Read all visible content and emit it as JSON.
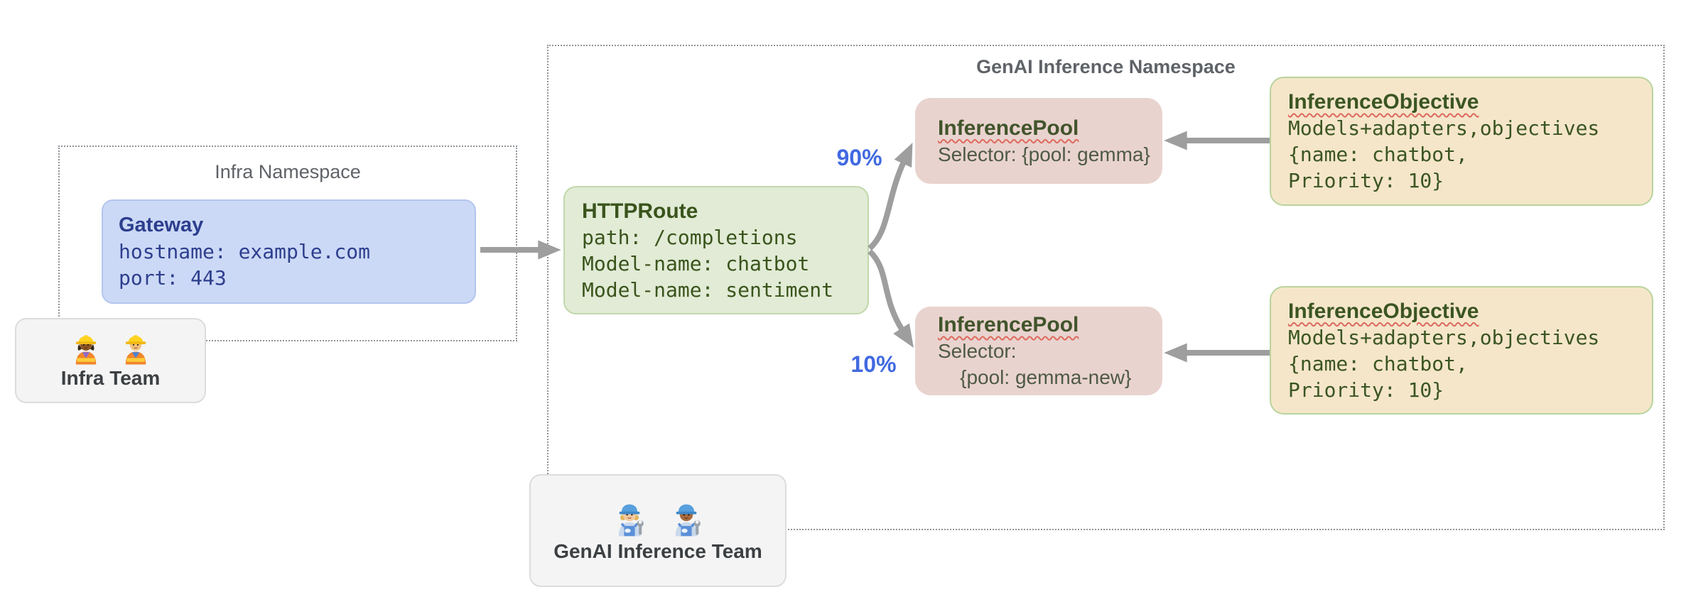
{
  "infra_namespace": {
    "title": "Infra Namespace"
  },
  "gateway": {
    "title": "Gateway",
    "lines": [
      "hostname: example.com",
      "port: 443"
    ]
  },
  "infra_team": {
    "label": "Infra Team",
    "icon": "construction-worker-emoji"
  },
  "genai_namespace": {
    "title": "GenAI Inference Namespace"
  },
  "httproute": {
    "title": "HTTPRoute",
    "lines": [
      "path: /completions",
      "Model-name: chatbot",
      "Model-name: sentiment"
    ]
  },
  "inference_pool_top": {
    "title": "InferencePool",
    "lines": [
      "Selector: {pool: gemma}"
    ]
  },
  "inference_pool_bottom": {
    "title": "InferencePool",
    "lines": [
      "Selector:",
      "    {pool: gemma-new}"
    ]
  },
  "inference_objective_top": {
    "title": "InferenceObjective",
    "lines": [
      "Models+adapters,objectives",
      "{name: chatbot,",
      "Priority: 10}"
    ]
  },
  "inference_objective_bottom": {
    "title": "InferenceObjective",
    "lines": [
      "Models+adapters,objectives",
      "{name: chatbot,",
      "Priority: 10}"
    ]
  },
  "genai_team": {
    "label": "GenAI Inference Team",
    "icon": "mechanic-emoji"
  },
  "traffic_split": {
    "top_percent": "90%",
    "bottom_percent": "10%"
  },
  "colors": {
    "namespace_border": "#8f9499",
    "namespace_title": "#5f6368",
    "gateway_fill": "#ccd9f6",
    "gateway_border": "#b3c5ee",
    "gateway_text": "#2d3e8e",
    "route_fill": "#e1ebd5",
    "route_border": "#c2d8ab",
    "route_text": "#3a541c",
    "pool_fill": "#e9d3cf",
    "pool_title": "#41542b",
    "pool_text": "#4e5a44",
    "objective_fill": "#f5e6ca",
    "objective_border": "#b9d49c",
    "objective_text": "#3b5522",
    "team_fill": "#f4f4f4",
    "team_border": "#dcdcdc",
    "team_text": "#3c4043",
    "percent_text": "#4169e1",
    "arrow": "#9e9e9e",
    "squiggle": "#dd6a5e"
  }
}
